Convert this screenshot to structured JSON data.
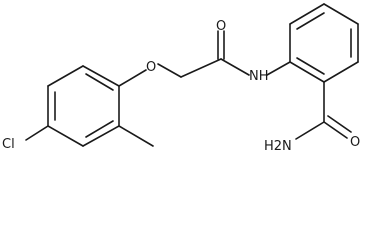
{
  "molecule": {
    "atoms": {
      "cl": "Cl",
      "o_ether": "O",
      "o_amide1": "O",
      "nh": "NH",
      "h2n": "H2N",
      "o_amide2": "O"
    }
  }
}
